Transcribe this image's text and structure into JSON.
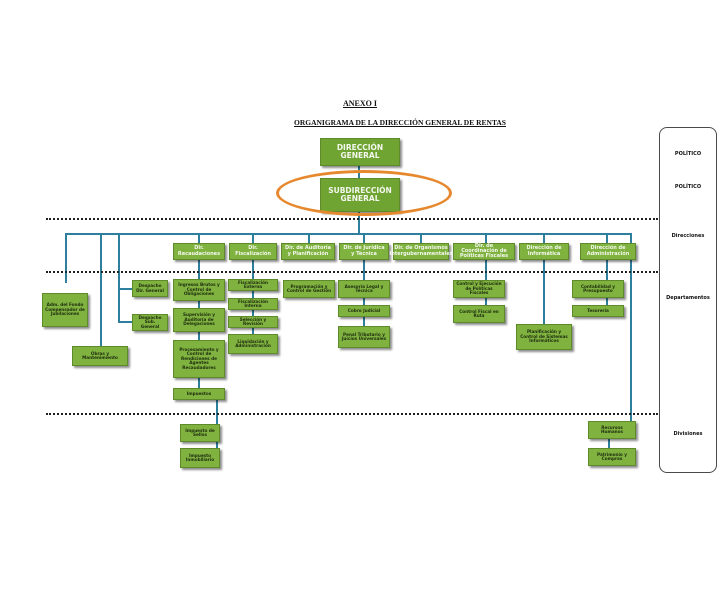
{
  "header": {
    "annex": "ANEXO I",
    "title": "ORGANIGRAMA DE LA DIRECCIÓN GENERAL DE RENTAS"
  },
  "top": {
    "direccion_general": "DIRECCIÓN GENERAL",
    "subdireccion_general": "SUBDIRECCIÓN GENERAL"
  },
  "direcciones": [
    "Dir. Recaudaciones",
    "Dir. Fiscalización",
    "Dir. de Auditoría y Planificación",
    "Dir. de Jurídica y Técnica",
    "Dir. de Organismos Intergubernamentales",
    "Dir. de Coordinación de Políticas Fiscales",
    "Dirección de Informática",
    "Dirección de Administración"
  ],
  "staff": {
    "adm_fondo": "Adm. del Fondo Compensador de Jubilaciones",
    "obras": "Obras y Mantenimiento",
    "despacho_dir": "Despacho Dir. General",
    "despacho_sub": "Despacho Sub. General"
  },
  "departamentos": {
    "recaudaciones": [
      "Ingresos Brutos y Control de Obligaciones",
      "Supervisión y Auditoría de Delegaciones",
      "Procesamiento y Control de Rendiciones de Agentes Recaudadores",
      "Impuestos"
    ],
    "fiscalizacion": [
      "Fiscalización Externa",
      "Fiscalización Interna",
      "Selección y Revisión",
      "Liquidación y Administración"
    ],
    "auditoria": [
      "Programación y Control de Gestión"
    ],
    "juridica": [
      "Asesoría Legal y Técnica",
      "Cobro Judicial",
      "Penal Tributario y Juicios Universales"
    ],
    "coordinacion": [
      "Control y Ejecución de Políticas Fiscales",
      "Control Fiscal en Ruta"
    ],
    "informatica": [
      "Planificación y Control de Sistemas Informáticos"
    ],
    "administracion": [
      "Contabilidad y Presupuesto",
      "Tesorería"
    ]
  },
  "divisiones": {
    "impuestos": [
      "Impuesto de Sellos",
      "Impuesto Inmobiliario"
    ],
    "administracion": [
      "Recursos Humanos",
      "Patrimonio y Compras"
    ]
  },
  "legend": [
    "POLÍTICO",
    "POLÍTICO",
    "Direcciones",
    "Departamentos",
    "Divisiones"
  ]
}
